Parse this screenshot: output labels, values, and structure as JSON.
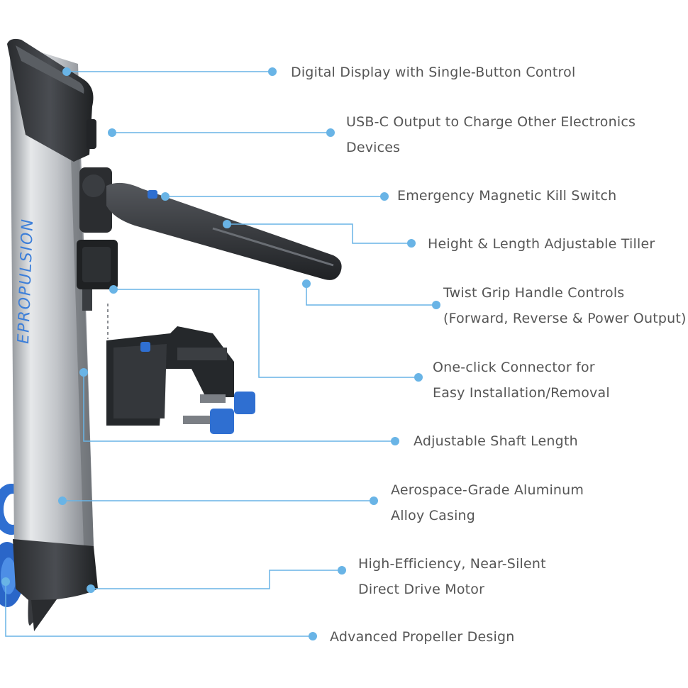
{
  "brand": {
    "shaft_text": "EPROPULSION",
    "accent_color": "#3d7fd9",
    "line_color": "#69b4e6"
  },
  "callouts": [
    {
      "id": "display",
      "lines": [
        "Digital Display with Single-Button Control"
      ]
    },
    {
      "id": "usbc",
      "lines": [
        "USB-C Output to Charge Other Electronics",
        "Devices"
      ]
    },
    {
      "id": "killswitch",
      "lines": [
        "Emergency Magnetic Kill Switch"
      ]
    },
    {
      "id": "tiller",
      "lines": [
        "Height & Length Adjustable Tiller"
      ]
    },
    {
      "id": "twistgrip",
      "lines": [
        "Twist Grip Handle Controls",
        "(Forward, Reverse & Power Output)"
      ]
    },
    {
      "id": "connector",
      "lines": [
        "One-click Connector for",
        "Easy Installation/Removal"
      ]
    },
    {
      "id": "shaft",
      "lines": [
        "Adjustable Shaft Length"
      ]
    },
    {
      "id": "casing",
      "lines": [
        "Aerospace-Grade Aluminum",
        "Alloy Casing"
      ]
    },
    {
      "id": "motor",
      "lines": [
        "High-Efficiency, Near-Silent",
        "Direct Drive Motor"
      ]
    },
    {
      "id": "propeller",
      "lines": [
        "Advanced Propeller Design"
      ]
    }
  ]
}
